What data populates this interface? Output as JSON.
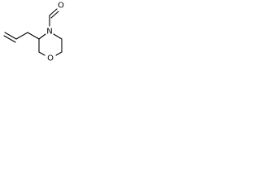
{
  "molecule": {
    "atoms": {
      "ring_nitrogen": "N",
      "ring_oxygen": "O",
      "carbonyl_oxygen": "O"
    }
  }
}
